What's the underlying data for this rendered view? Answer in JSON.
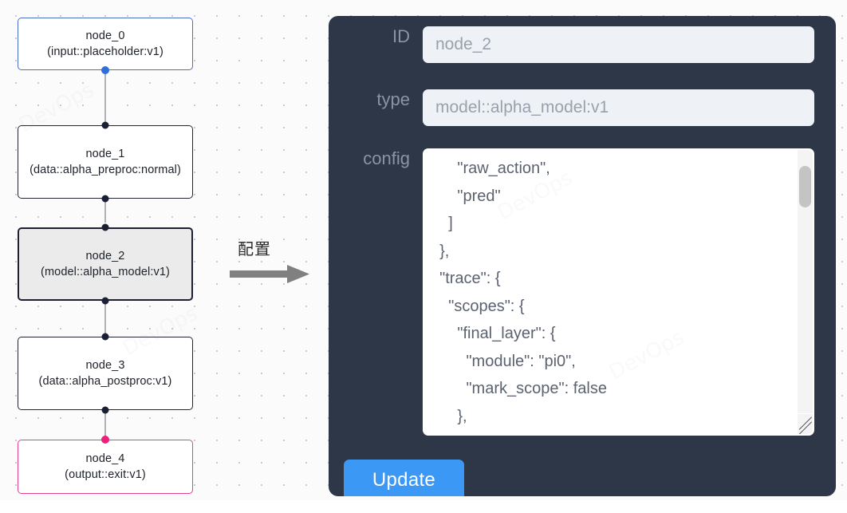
{
  "canvas": {
    "nodes": [
      {
        "id": "node_0",
        "label": "node_0\n(input::placeholder:v1)",
        "kind": "input",
        "selected": false
      },
      {
        "id": "node_1",
        "label": "node_1\n(data::alpha_preproc:normal)",
        "kind": "default",
        "selected": false
      },
      {
        "id": "node_2",
        "label": "node_2\n(model::alpha_model:v1)",
        "kind": "default",
        "selected": true
      },
      {
        "id": "node_3",
        "label": "node_3\n(data::alpha_postproc:v1)",
        "kind": "default",
        "selected": false
      },
      {
        "id": "node_4",
        "label": "node_4\n(output::exit:v1)",
        "kind": "output",
        "selected": false
      }
    ],
    "colors": {
      "input_border": "#4a6fc4",
      "output_border": "#e3438a",
      "default_border": "#222634",
      "selected_fill": "#ebebeb",
      "edge": "#b1b1b7",
      "handle": "#1a1f33",
      "handle_blue": "#2f6fdd",
      "handle_pink": "#ec1f7a"
    }
  },
  "annotation": {
    "label": "配置",
    "arrow_color": "#808080"
  },
  "panel": {
    "background": "#2d3748",
    "fields": [
      {
        "name": "id",
        "label": "ID",
        "value": "node_2"
      },
      {
        "name": "type",
        "label": "type",
        "value": "model::alpha_model:v1"
      }
    ],
    "config": {
      "label": "config",
      "value": "      \"raw_action\",\n      \"pred\"\n    ]\n  },\n  \"trace\": {\n    \"scopes\": {\n      \"final_layer\": {\n        \"module\": \"pi0\",\n        \"mark_scope\": false\n      },\n      \"action_model\": {"
    },
    "update_button": {
      "label": "Update",
      "color": "#3c98f5"
    }
  }
}
